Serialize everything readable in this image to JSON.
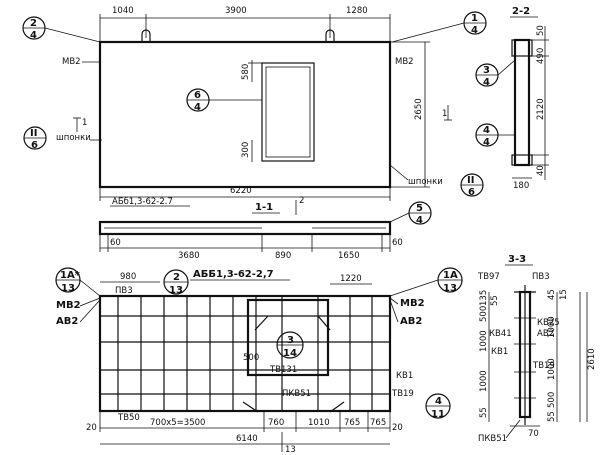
{
  "top_elevation": {
    "dims_top": [
      "1040",
      "3900",
      "1280"
    ],
    "overall": "6220",
    "height": "2650",
    "opening_top": "580",
    "opening_bottom": "300",
    "left_marks": [
      "МВ2",
      "шпонки"
    ],
    "right_marks": [
      "МВ2",
      "шпонки"
    ],
    "section_mark": "1",
    "callouts": {
      "tl": {
        "top": "2",
        "bottom": "4"
      },
      "tr": {
        "top": "1",
        "bottom": "4"
      },
      "center": {
        "top": "6",
        "bottom": "4"
      },
      "left": {
        "top": "II",
        "bottom": "6"
      },
      "right": {
        "top": "II",
        "bottom": "6"
      }
    }
  },
  "section_22": {
    "title": "2-2",
    "dims": [
      "50",
      "490",
      "2120",
      "40"
    ],
    "width": "180",
    "callouts": {
      "a": {
        "top": "3",
        "bottom": "4"
      },
      "b": {
        "top": "4",
        "bottom": "4"
      }
    }
  },
  "section_11": {
    "title": "1-1",
    "label": "АБб1,3-62-2.7",
    "mark_2": "2",
    "dims": [
      "60",
      "3680",
      "890",
      "1650",
      "60"
    ],
    "callout": {
      "top": "5",
      "bottom": "4"
    }
  },
  "bottom_plan": {
    "label": "АББ1,3-62-2,7",
    "dims_top": [
      "980",
      "1220"
    ],
    "marks_left": [
      "ПВ3",
      "МВ2",
      "АВ2"
    ],
    "marks_right": [
      "МВ2",
      "АВ2"
    ],
    "inner_labels": [
      "500",
      "ТВ131",
      "КВ1",
      "ТВ19",
      "ПКВ51",
      "ТВ50"
    ],
    "dims_bottom": [
      "20",
      "700x5=3500",
      "760",
      "1010",
      "765",
      "765",
      "20"
    ],
    "overall": "6140",
    "axis_mark": "13",
    "callouts": {
      "a": {
        "top": "1А*",
        "bottom": "13"
      },
      "b": {
        "top": "2",
        "bottom": "13"
      },
      "c": {
        "top": "3",
        "bottom": "14"
      },
      "d": {
        "top": "1А",
        "bottom": "13"
      },
      "e": {
        "top": "4",
        "bottom": "11"
      }
    }
  },
  "section_33": {
    "title": "3-3",
    "labels": [
      "ТВ97",
      "ПВ3",
      "КВ25",
      "АВ2",
      "КВ41",
      "КВ1",
      "ТВ19",
      "ПКВ51"
    ],
    "dims_left": [
      "500",
      "135",
      "55",
      "1000",
      "1000",
      "55"
    ],
    "dims_right": [
      "45",
      "15",
      "1000",
      "1000",
      "500",
      "55"
    ],
    "overall": "2610",
    "bottom_dim": "70"
  }
}
